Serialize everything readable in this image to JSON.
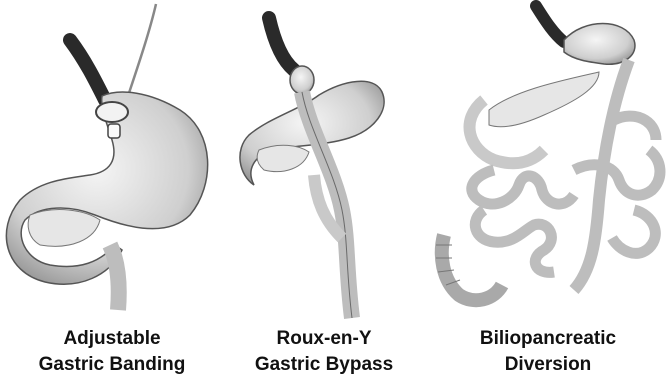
{
  "panels": [
    {
      "caption_line1": "Adjustable",
      "caption_line2": "Gastric Banding"
    },
    {
      "caption_line1": "Roux-en-Y",
      "caption_line2": "Gastric Bypass"
    },
    {
      "caption_line1": "Biliopancreatic",
      "caption_line2": "Diversion"
    }
  ],
  "colors": {
    "organ_fill": "#d9d9d9",
    "organ_light": "#efefef",
    "outline": "#555555",
    "esophagus": "#2a2a2a",
    "caption": "#111111"
  }
}
